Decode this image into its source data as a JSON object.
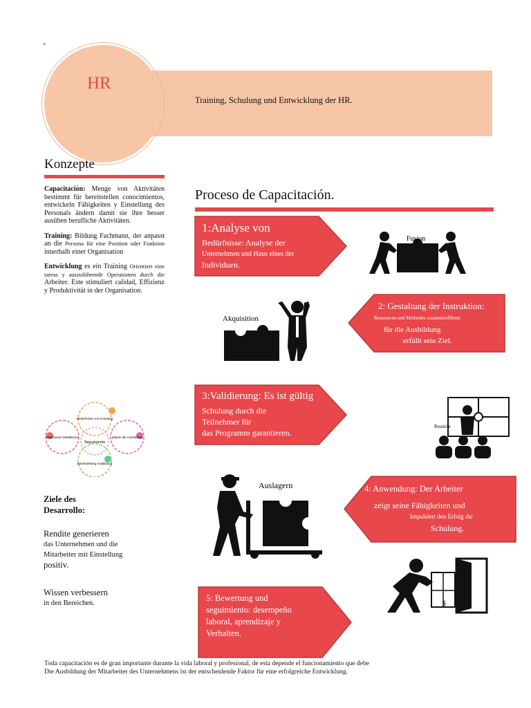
{
  "page": {
    "bullet": "◦",
    "hr_label": "HR",
    "banner_title": "Training, Schulung und Entwicklung der HR."
  },
  "konzepte": {
    "title": "Konzepte",
    "capacitacion_term": "Capacitación:",
    "capacitacion_text_a": " Menge von Aktivitäten bestimmt für bereitstellen conocimientos, entwickeln Fähigkeiten y Einstellung des Personals ändern damit sie ihre besser ausüben berufliche Aktivitäten.",
    "training_term": "Training:",
    "training_text_a": " Bildung Fachmann, der anpasst an die ",
    "training_text_b": "Persona für eine Position oder Funktion",
    "training_text_c": " innerhalb einer Organisation",
    "entwicklung_term": "Entwicklung",
    "entwicklung_text_a": " es ein Training ",
    "entwicklung_text_b": "Orientiert eine tareas y auszuführende Operationen durch die",
    "entwicklung_text_c": " Arbeiter. Este stimuliert calidad, Effizienz y Produktivität in der Organisation."
  },
  "cycle": {
    "center": "Seguimiento",
    "top": "Bedürfnisse von Schulung",
    "left": "Ergebnisse Detektieren",
    "right": "planen die Ausbildung",
    "bottom": "Bereitstellung Ausbildung"
  },
  "ziele": {
    "title_line1": "Ziele des",
    "title_line2": "Desarrollo:",
    "goal1_line1": "Rendite generieren",
    "goal1_line2": "das Unternehmen und die",
    "goal1_line3": "Mitarbeiter mit Einstellung",
    "goal1_line4": "positiv.",
    "goal2_line1": "Wissen verbessern",
    "goal2_line2": "in den Bereichen."
  },
  "proceso": {
    "title": "Proceso de Capacitación.",
    "step1_title": "1:Analyse von",
    "step1_l1": "Bedürfnisse: Analyse der",
    "step1_l2": "Unternehmen und Haus eines der",
    "step1_l3": "Individuen.",
    "step2_title": "2: Gestaltung der Instruktion:",
    "step2_l1": "Ressourcen und Methoden zusammenführen",
    "step2_l2": "für die Ausbildung",
    "step2_l3": "erfüllt sein Ziel.",
    "step3_title": "3:Validierung: Es ist gültig",
    "step3_l1": "Schulung durch die",
    "step3_l2": "Teilnehmer für",
    "step3_l3": "das Programm garantieren.",
    "step4_title": "4: Anwendung: Der Arbeiter",
    "step4_l1": "zeigt seine Fähigkeiten und",
    "step4_l2": "Impulsiert den Erfolg die",
    "step4_l3": "Schulung.",
    "step5_l1": "5: Bewertung und",
    "step5_l2": "seguimiento: desempeño",
    "step5_l3": "laboral, aprendizaje y",
    "step5_l4": "Verhalten."
  },
  "illustrations": {
    "fusion": "Fusion",
    "akquisition": "Akquisition",
    "reunion": "Reunión",
    "auslagern": "Auslagern",
    "dollar": "$"
  },
  "footer": {
    "line1": "Toda capacitación es de gran importante durante la vida laboral y profesional, de esta depende el funcionamiento que debe",
    "line2": "Die Ausbildung der Mitarbeiter des Unternehmens ist der entscheidende Faktor für eine erfolgreiche Entwicklung."
  },
  "colors": {
    "accent_red": "#e8474c",
    "peach": "#f7c6a7",
    "dark": "#111111"
  }
}
